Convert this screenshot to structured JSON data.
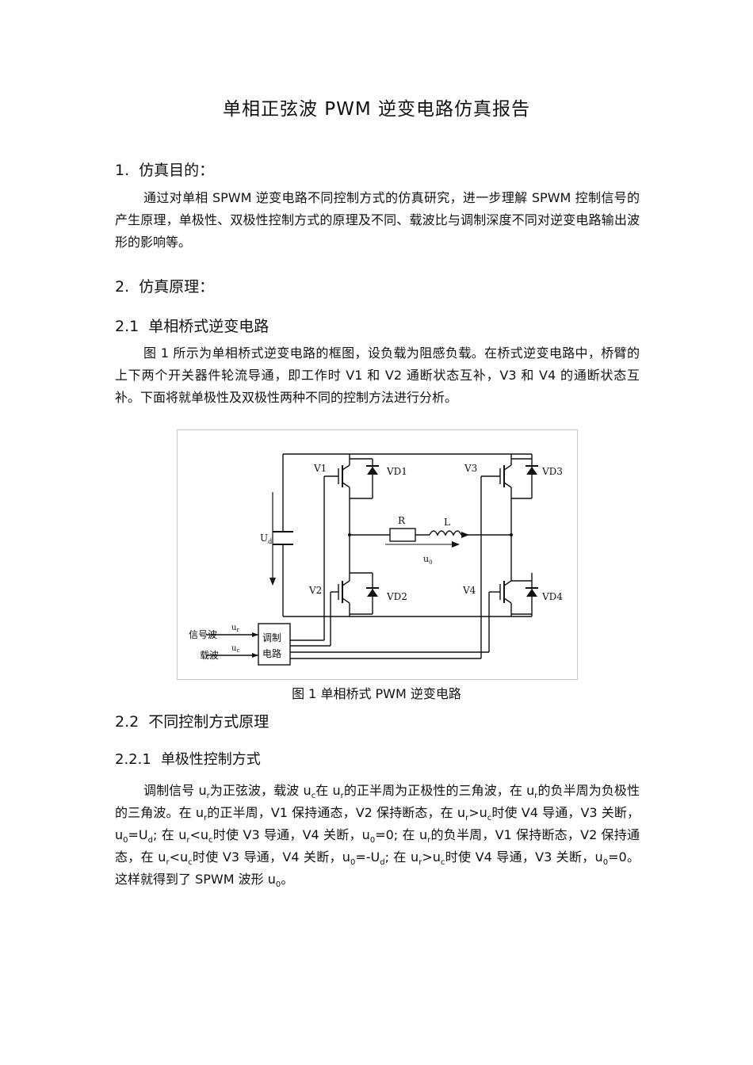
{
  "title": "单相正弦波 PWM 逆变电路仿真报告",
  "sections": {
    "s1": {
      "num": "1.",
      "title": "仿真目的："
    },
    "s1_para": "通过对单相 SPWM 逆变电路不同控制方式的仿真研究，进一步理解 SPWM 控制信号的产生原理，单极性、双极性控制方式的原理及不同、载波比与调制深度不同对逆变电路输出波形的影响等。",
    "s2": {
      "num": "2.",
      "title": "仿真原理："
    },
    "s21": {
      "num": "2.1",
      "title": "单相桥式逆变电路"
    },
    "s21_para": "图 1 所示为单相桥式逆变电路的框图，设负载为阻感负载。在桥式逆变电路中，桥臂的上下两个开关器件轮流导通，即工作时 V1 和 V2 通断状态互补，V3 和 V4 的通断状态互补。下面将就单极性及双极性两种不同的控制方法进行分析。",
    "s22": {
      "num": "2.2",
      "title": "不同控制方式原理"
    },
    "s221": {
      "num": "2.2.1",
      "title": "单极性控制方式"
    }
  },
  "figure": {
    "caption": "图 1  单相桥式 PWM 逆变电路",
    "labels": {
      "v1": "V1",
      "v2": "V2",
      "v3": "V3",
      "v4": "V4",
      "vd1": "VD1",
      "vd2": "VD2",
      "vd3": "VD3",
      "vd4": "VD4",
      "r": "R",
      "l": "L",
      "ud": "U",
      "ud_sub": "d",
      "uo": "u",
      "uo_sub": "0",
      "signal": "信号波",
      "carrier": "载波",
      "ur": "u",
      "ur_sub": "r",
      "uc": "u",
      "uc_sub": "c",
      "ctrl1": "调制",
      "ctrl2": "电路"
    }
  },
  "para221": {
    "t1": "调制信号 u",
    "s1": "r",
    "t2": "为正弦波，载波 u",
    "s2": "c",
    "t3": "在 u",
    "s3": "r",
    "t4": "的正半周为正极性的三角波，在 u",
    "s4": "r",
    "t5": "的负半周为负极性的三角波。在 u",
    "s5": "r",
    "t6": "的正半周，V1 保持通态，V2 保持断态，在 u",
    "s6": "r",
    "t7": ">u",
    "s7": "c",
    "t8": "时使 V4 导通，V3 关断，u",
    "s8": "0",
    "t9": "=U",
    "s9": "d",
    "t10": "; 在 u",
    "s10": "r",
    "t11": "<u",
    "s11": "c",
    "t12": "时使 V3 导通，V4 关断，u",
    "s12": "0",
    "t13": "=0; 在 u",
    "s13": "r",
    "t14": "的负半周，V1 保持断态，V2 保持通态，在 u",
    "s14": "r",
    "t15": "<u",
    "s15": "c",
    "t16": "时使 V3 导通，V4 关断，u",
    "s16": "0",
    "t17": "=-U",
    "s17": "d",
    "t18": "; 在 u",
    "s18": "r",
    "t19": ">u",
    "s19": "c",
    "t20": "时使 V4 导通，V3 关断，u",
    "s20": "0",
    "t21": "=0。这样就得到了 SPWM 波形 u",
    "s21": "0",
    "t22": "。"
  }
}
